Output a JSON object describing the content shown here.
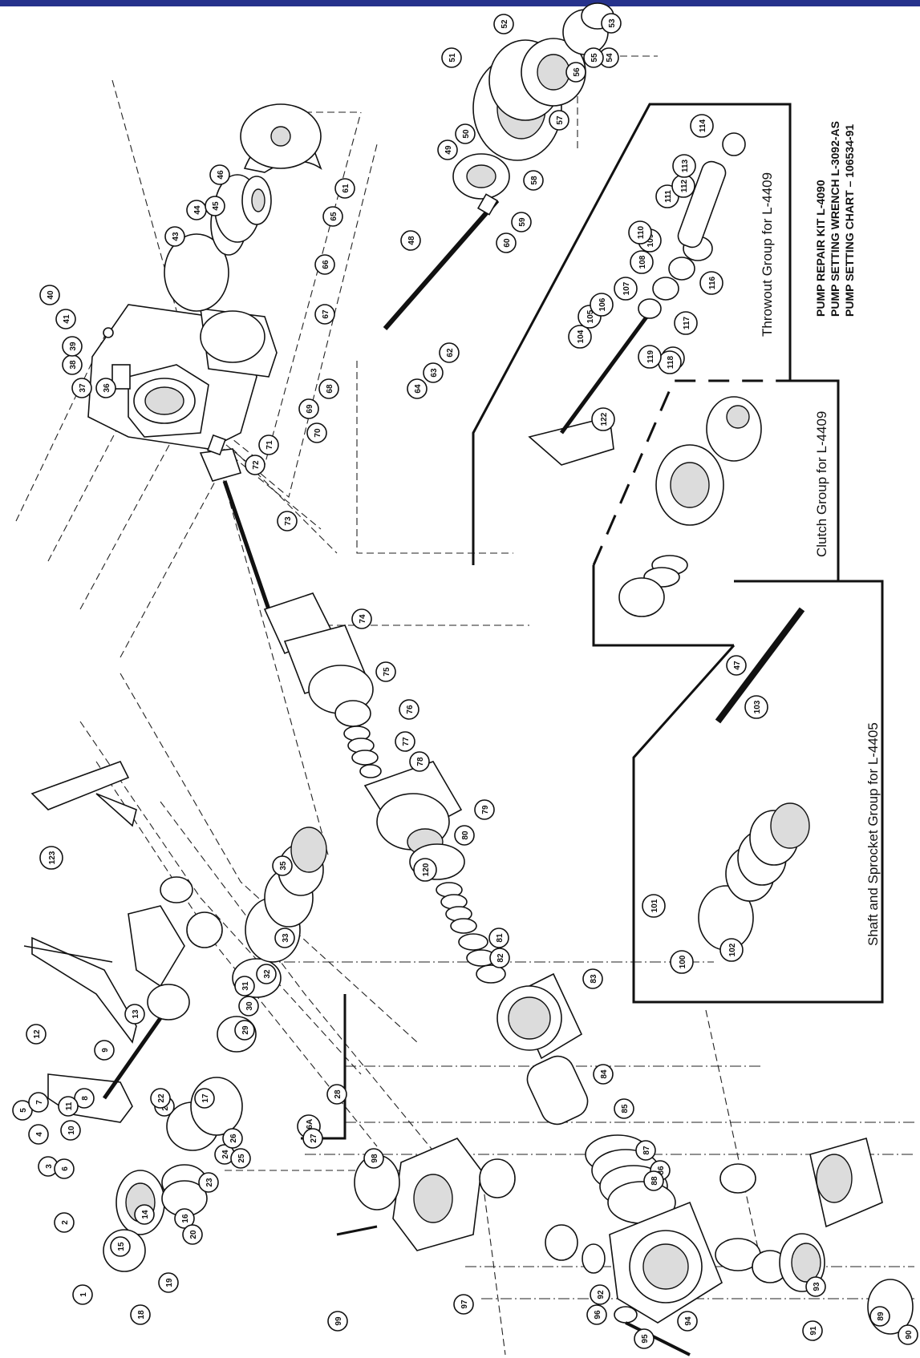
{
  "header_bar_color": "#26328c",
  "groups": {
    "throwout": "Throwout Group for L-4409",
    "clutch": "Clutch Group for L-4409",
    "shaft_sprocket": "Shaft and Sprocket Group for L-4405"
  },
  "notes": [
    "PUMP REPAIR KIT L-4090",
    "PUMP SETTING WRENCH L-3092-AS",
    "PUMP SETTING CHART – 106534-91"
  ],
  "callouts": [
    "1",
    "2",
    "3",
    "4",
    "5",
    "6",
    "7",
    "8",
    "9",
    "10",
    "11",
    "12",
    "13",
    "14",
    "15",
    "16",
    "17",
    "18",
    "19",
    "20",
    "21",
    "22",
    "23",
    "24",
    "25",
    "26",
    "26A",
    "27",
    "28",
    "29",
    "30",
    "31",
    "32",
    "33",
    "35",
    "36",
    "37",
    "38",
    "39",
    "40",
    "41",
    "43",
    "44",
    "45",
    "46",
    "47",
    "48",
    "49",
    "50",
    "51",
    "52",
    "53",
    "54",
    "55",
    "56",
    "57",
    "58",
    "59",
    "60",
    "61",
    "62",
    "63",
    "64",
    "65",
    "66",
    "67",
    "68",
    "69",
    "70",
    "71",
    "72",
    "73",
    "74",
    "75",
    "76",
    "77",
    "78",
    "79",
    "80",
    "81",
    "82",
    "83",
    "84",
    "85",
    "86",
    "87",
    "88",
    "89",
    "90",
    "91",
    "92",
    "93",
    "94",
    "95",
    "96",
    "97",
    "98",
    "99",
    "100",
    "101",
    "102",
    "103",
    "104",
    "105",
    "106",
    "107",
    "108",
    "109",
    "110",
    "111",
    "112",
    "113",
    "114",
    "115",
    "116",
    "117",
    "118",
    "119",
    "120",
    "122",
    "123"
  ]
}
